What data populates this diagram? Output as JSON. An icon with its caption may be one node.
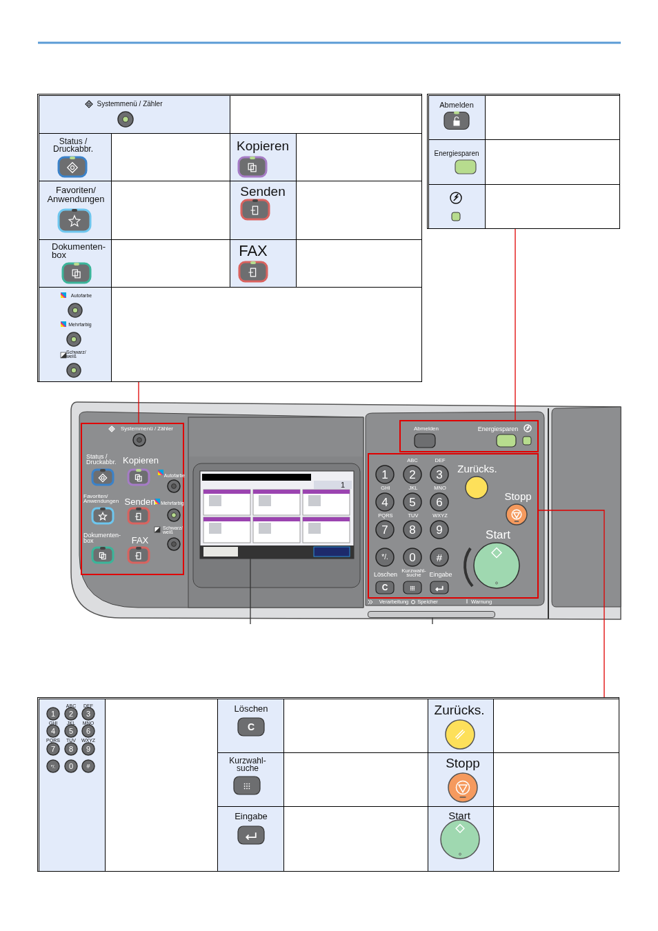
{
  "diagram": {
    "nodes": [
      {
        "text": [],
        "shape": "box"
      },
      {
        "text": [
          "Systemmenü / Zähler"
        ],
        "in": 0
      },
      {
        "text": [
          "Status / Druckabbr."
        ],
        "in": 0
      },
      {
        "text": [
          "Kopieren"
        ],
        "in": 0
      },
      {
        "text": [
          "Favoriten/ Anwendungen"
        ],
        "in": 0
      },
      {
        "text": [
          "Senden"
        ],
        "in": 0
      },
      {
        "text": [
          "Dokumenten- box"
        ],
        "in": 0
      },
      {
        "text": [
          "FAX"
        ],
        "in": 0
      },
      {
        "text": [
          "Autofarbe",
          "Mehrfarbig",
          "Schwarz/ weiß"
        ],
        "in": 0
      },
      {
        "text": [],
        "shape": "box"
      },
      {
        "text": [
          "Abmelden"
        ],
        "in": 9
      },
      {
        "text": [
          "Energiesparen"
        ],
        "in": 9
      },
      {
        "text": [],
        "shape": "box",
        "in": 9
      },
      {
        "text": [],
        "shape": "picture"
      },
      {
        "text": [
          "Systemmenü / Zähler",
          "Status / Druckabbr.",
          "Kopieren",
          "Autofarbe",
          "Favoriten/ Anwendungen",
          "Senden",
          "Mehrfarbig",
          "Schwarz/ weiß",
          "Dokumenten- box",
          "FAX"
        ],
        "in": 13
      },
      {
        "text": [
          "Abmelden",
          "Energiesparen"
        ],
        "in": 13
      },
      {
        "text": [
          "ABC",
          "DEF",
          "Zurücks.",
          "1",
          "2",
          "3",
          "GHI",
          "JKL",
          "MNO",
          "4",
          "5",
          "6",
          "Stopp",
          "PQRS",
          "TUV",
          "WXYZ",
          "7",
          "8",
          "9",
          "Start",
          "*/.",
          "0",
          "#",
          "Löschen",
          "Kurzwahl- suche",
          "Eingabe",
          "C"
        ],
        "in": 13
      },
      {
        "text": [
          "1"
        ],
        "in": 13
      },
      {
        "text": [],
        "shape": "bar",
        "in": 13
      },
      {
        "text": [],
        "shape": "box"
      },
      {
        "text": [
          "ABC",
          "DEF",
          "1",
          "2",
          "3",
          "GHI",
          "JKL",
          "MNO",
          "4",
          "5",
          "6",
          "PQRS",
          "TUV",
          "WXYZ",
          "7",
          "8",
          "9",
          "*/.",
          "0",
          "#"
        ],
        "in": 19
      },
      {
        "text": [
          "Löschen",
          "C"
        ],
        "in": 19
      },
      {
        "text": [
          "Kurzwahl- suche"
        ],
        "in": 19
      },
      {
        "text": [
          "Eingabe"
        ],
        "in": 19
      },
      {
        "text": [
          "Zurücks."
        ],
        "in": 19
      },
      {
        "text": [
          "Stopp"
        ],
        "in": 19
      },
      {
        "text": [
          "Start"
        ],
        "in": 19
      }
    ],
    "edges": [
      {
        "from": 14,
        "to": 0,
        "arrow": "none"
      },
      {
        "from": 15,
        "to": 9,
        "arrow": "none"
      },
      {
        "from": 17,
        "to": null,
        "arrow": "none",
        "color": "#333333"
      },
      {
        "from": 18,
        "to": null,
        "arrow": "none",
        "color": "#333333"
      },
      {
        "from": 16,
        "to": 19,
        "arrow": "none"
      }
    ],
    "labels": [
      "Verarbeitung",
      "Speicher",
      "Warnung"
    ]
  }
}
